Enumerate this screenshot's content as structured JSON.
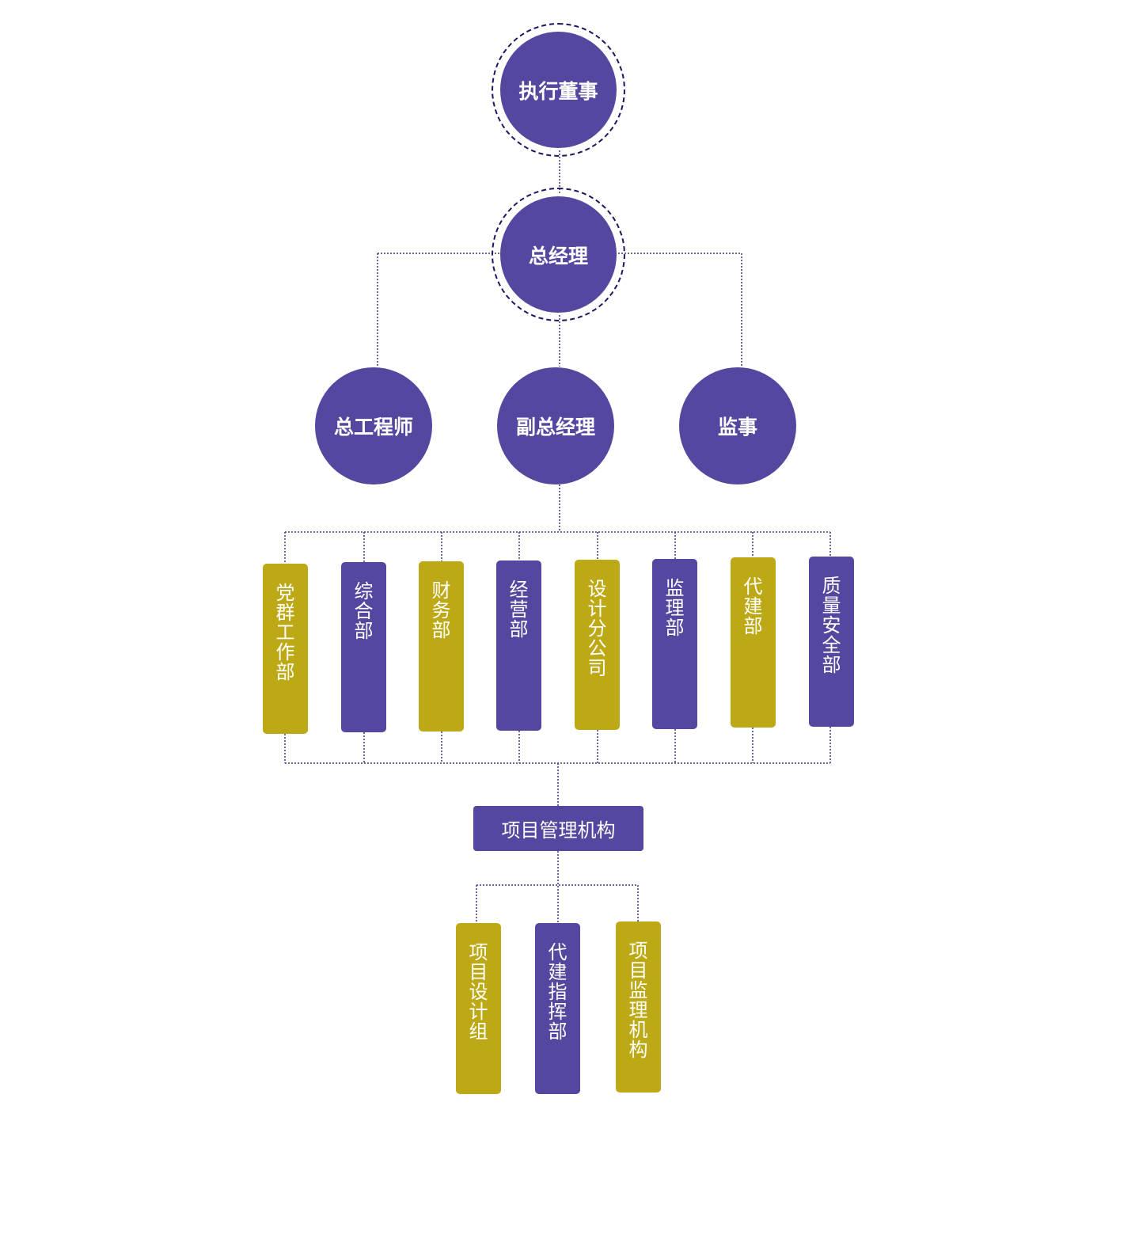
{
  "colors": {
    "purple": "#5447a0",
    "gold": "#bda915",
    "ring": "#1f155e",
    "line": "#3f358c"
  },
  "top": {
    "executive_director": "执行董事",
    "general_manager": "总经理"
  },
  "level3": {
    "chief_engineer": "总工程师",
    "deputy_gm": "副总经理",
    "supervisor": "监事"
  },
  "departments": [
    {
      "label": "党群工作部",
      "color": "gold"
    },
    {
      "label": "综合部",
      "color": "purple"
    },
    {
      "label": "财务部",
      "color": "gold"
    },
    {
      "label": "经营部",
      "color": "purple"
    },
    {
      "label": "设计分公司",
      "color": "gold"
    },
    {
      "label": "监理部",
      "color": "purple"
    },
    {
      "label": "代建部",
      "color": "gold"
    },
    {
      "label": "质量安全部",
      "color": "purple"
    }
  ],
  "project": {
    "label": "项目管理机构"
  },
  "project_units": [
    {
      "label": "项目设计组",
      "color": "gold"
    },
    {
      "label": "代建指挥部",
      "color": "purple"
    },
    {
      "label": "项目监理机构",
      "color": "gold"
    }
  ]
}
